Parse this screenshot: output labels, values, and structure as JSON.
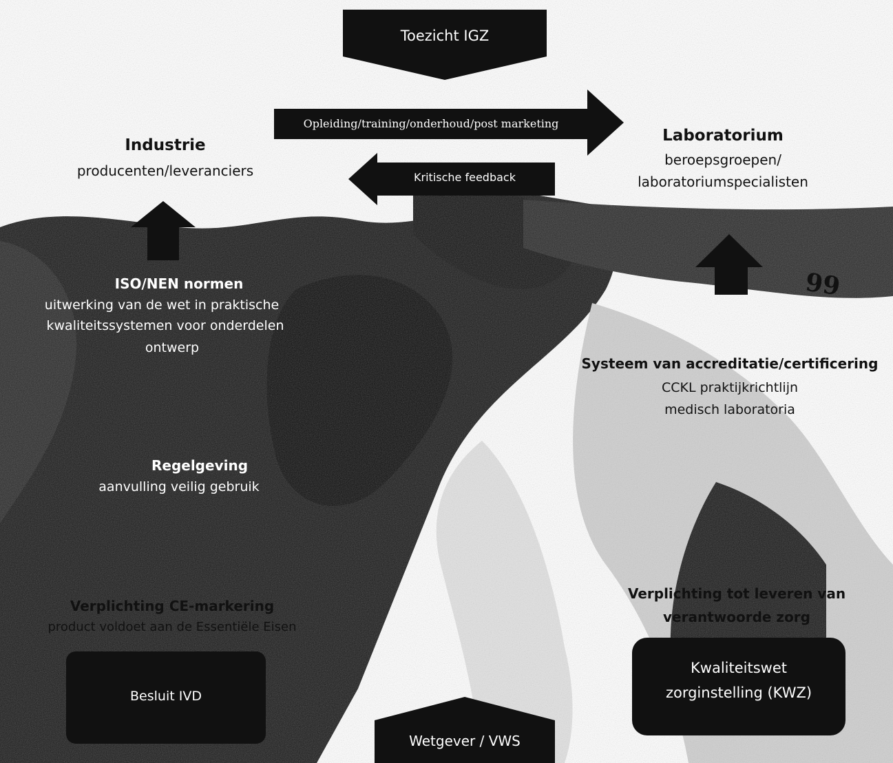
{
  "top": {
    "label": "Toezicht IGZ"
  },
  "arrows": {
    "forward": "Opleiding/training/onderhoud/post marketing",
    "back": "Kritische feedback"
  },
  "industrie": {
    "title": "Industrie",
    "subtitle": "producenten/leveranciers"
  },
  "laboratorium": {
    "title": "Laboratorium",
    "line1": "beroepsgroepen/",
    "line2": "laboratoriumspecialisten"
  },
  "stamp": "99",
  "iso": {
    "title": "ISO/NEN normen",
    "line1": "uitwerking van de wet in praktische",
    "line2": "kwaliteitssystemen voor onderdelen",
    "line3": "ontwerp"
  },
  "middle_left": {
    "title": "Regelgeving",
    "line1": "aanvulling veilig gebruik"
  },
  "accreditatie": {
    "title": "Systeem van accreditatie/certificering",
    "line1": "CCKL praktijkrichtlijn",
    "line2": "medisch laboratoria"
  },
  "ce": {
    "title": "Verplichting CE-markering",
    "line1": "product voldoet aan de Essentiële Eisen"
  },
  "zorg": {
    "line1": "Verplichting tot leveren van",
    "line2": "verantwoorde zorg"
  },
  "boxes": {
    "ivd": "Besluit IVD",
    "kwz_line1": "Kwaliteitswet",
    "kwz_line2": "zorginstelling (KWZ)",
    "wetgever": "Wetgever / VWS"
  },
  "colors": {
    "dark": "#111111",
    "light": "#ffffff"
  }
}
